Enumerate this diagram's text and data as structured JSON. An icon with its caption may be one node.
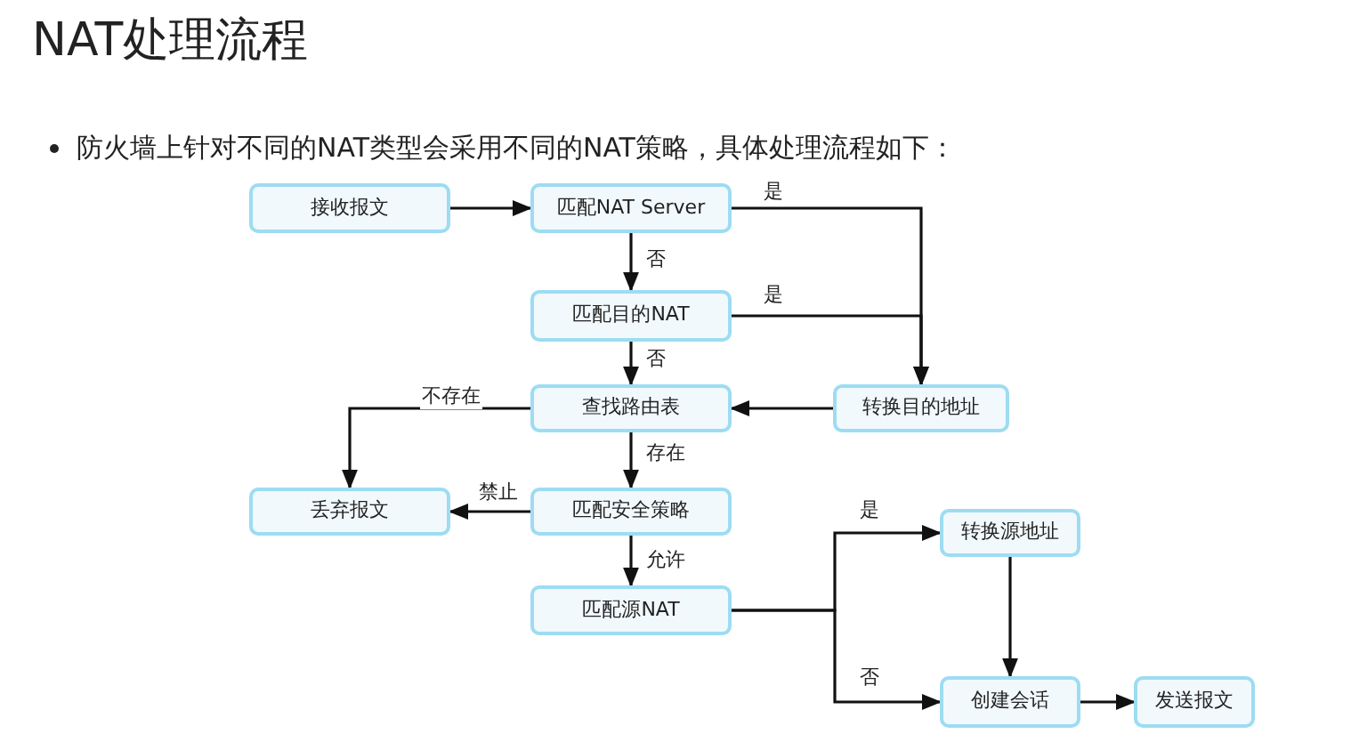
{
  "diagram": {
    "title": "NAT处理流程",
    "nodes": [
      {
        "text": [
          "接收报文"
        ]
      },
      {
        "text": [
          "匹配NAT Server"
        ]
      },
      {
        "text": [
          "匹配目的NAT"
        ]
      },
      {
        "text": [
          "查找路由表"
        ]
      },
      {
        "text": [
          "转换目的地址"
        ]
      },
      {
        "text": [
          "丢弃报文"
        ]
      },
      {
        "text": [
          "匹配安全策略"
        ]
      },
      {
        "text": [
          "匹配源NAT"
        ]
      },
      {
        "text": [
          "转换源地址"
        ]
      },
      {
        "text": [
          "创建会话"
        ]
      },
      {
        "text": [
          "发送报文"
        ]
      }
    ],
    "edges": [
      {
        "from": 0,
        "to": 1,
        "arrow": "to"
      },
      {
        "from": 1,
        "to": 2,
        "arrow": "to",
        "label": "否"
      },
      {
        "from": 2,
        "to": 3,
        "arrow": "to",
        "label": "否"
      },
      {
        "from": 1,
        "to": 4,
        "arrow": "to",
        "label": "是"
      },
      {
        "from": 2,
        "to": 4,
        "arrow": "to",
        "label": "是"
      },
      {
        "from": 4,
        "to": 3,
        "arrow": "to"
      },
      {
        "from": 3,
        "to": 5,
        "arrow": "to",
        "label": "不存在"
      },
      {
        "from": 3,
        "to": 6,
        "arrow": "to",
        "label": "存在"
      },
      {
        "from": 6,
        "to": 5,
        "arrow": "to",
        "label": "禁止"
      },
      {
        "from": 6,
        "to": 7,
        "arrow": "to",
        "label": "允许"
      },
      {
        "from": 7,
        "to": 8,
        "arrow": "to",
        "label": "是"
      },
      {
        "from": 7,
        "to": 9,
        "arrow": "to",
        "label": "否"
      },
      {
        "from": 8,
        "to": 9,
        "arrow": "to"
      },
      {
        "from": 9,
        "to": 10,
        "arrow": "to"
      }
    ],
    "labels": [
      "防火墙上针对不同的NAT类型会采用不同的NAT策略，具体处理流程如下："
    ]
  }
}
